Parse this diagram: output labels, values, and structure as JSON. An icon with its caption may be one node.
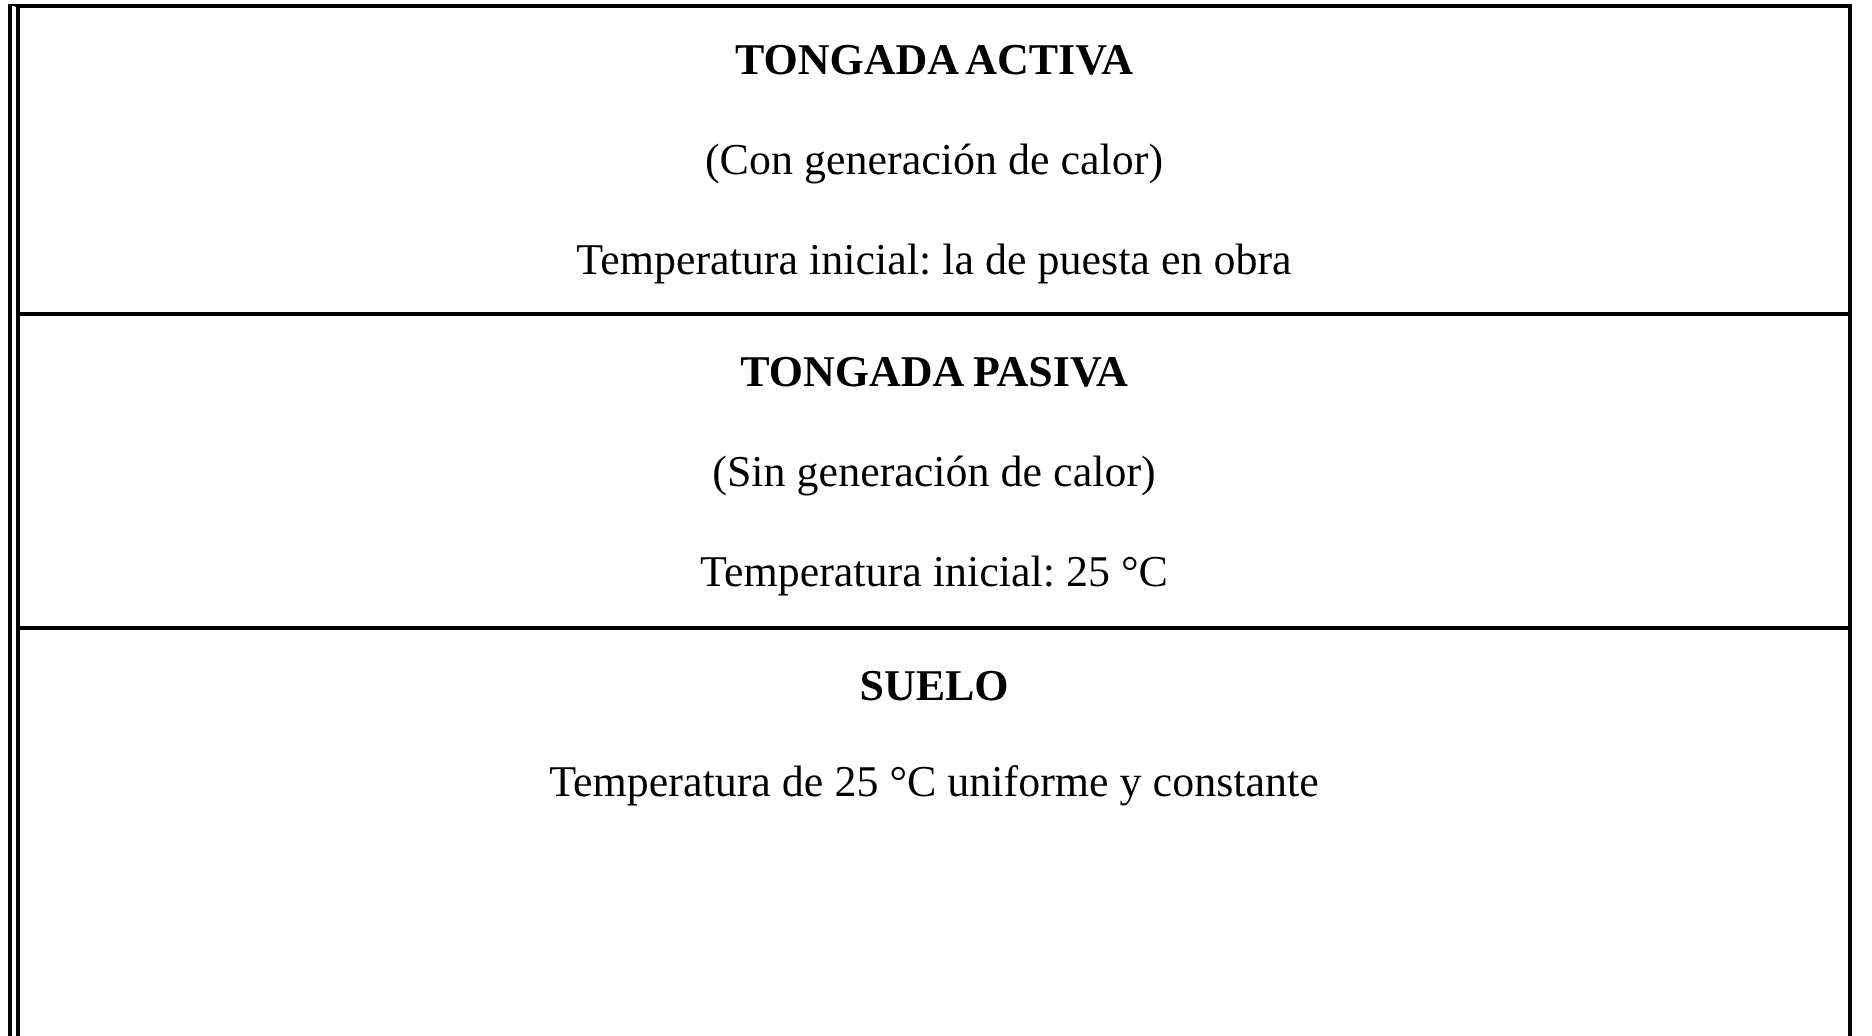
{
  "diagram": {
    "nodes": [
      {
        "text": [
          "TONGADA ACTIVA",
          "(Con generación de calor)",
          "Temperatura inicial: la de puesta en obra"
        ]
      },
      {
        "text": [
          "TONGADA PASIVA",
          "(Sin generación de calor)",
          "Temperatura inicial: 25 °C"
        ]
      },
      {
        "text": [
          "SUELO",
          "Temperatura de 25 °C uniforme y constante"
        ]
      }
    ]
  }
}
